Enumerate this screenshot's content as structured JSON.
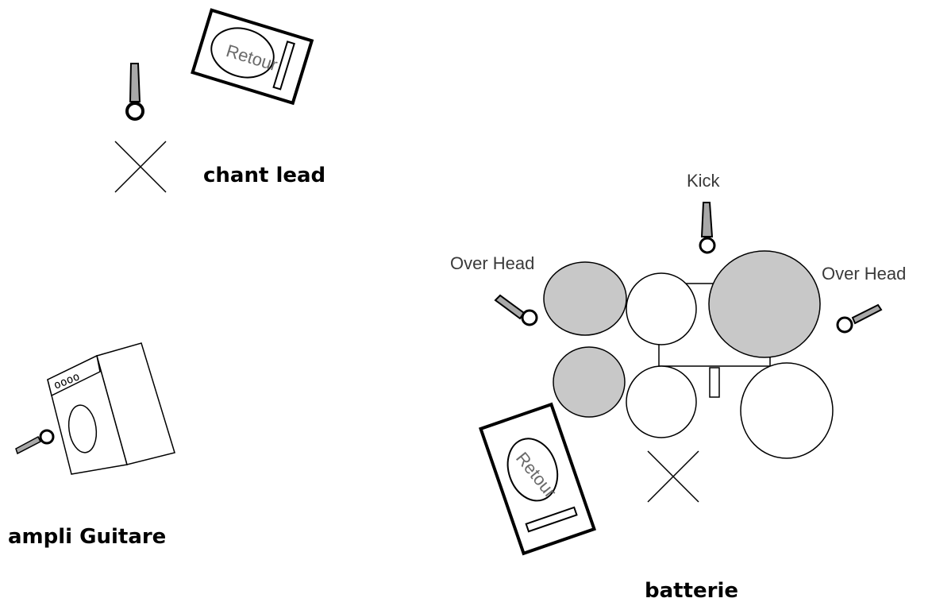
{
  "labels": {
    "chant_lead": "chant lead",
    "ampli_guitare": "ampli Guitare",
    "batterie": "batterie",
    "kick": "Kick",
    "overhead_left": "Over Head",
    "overhead_right": "Over Head",
    "retour_top": "Retour",
    "retour_bottom": "Retour",
    "amp_knobs": "oooo"
  },
  "colors": {
    "cymbal": "#c8c8c8",
    "line": "#000000",
    "mic": "#9a9a9a"
  },
  "icons": [
    "microphone-icon",
    "monitor-wedge-icon",
    "position-marker-icon",
    "guitar-amp-icon",
    "drum-kit-icon"
  ]
}
